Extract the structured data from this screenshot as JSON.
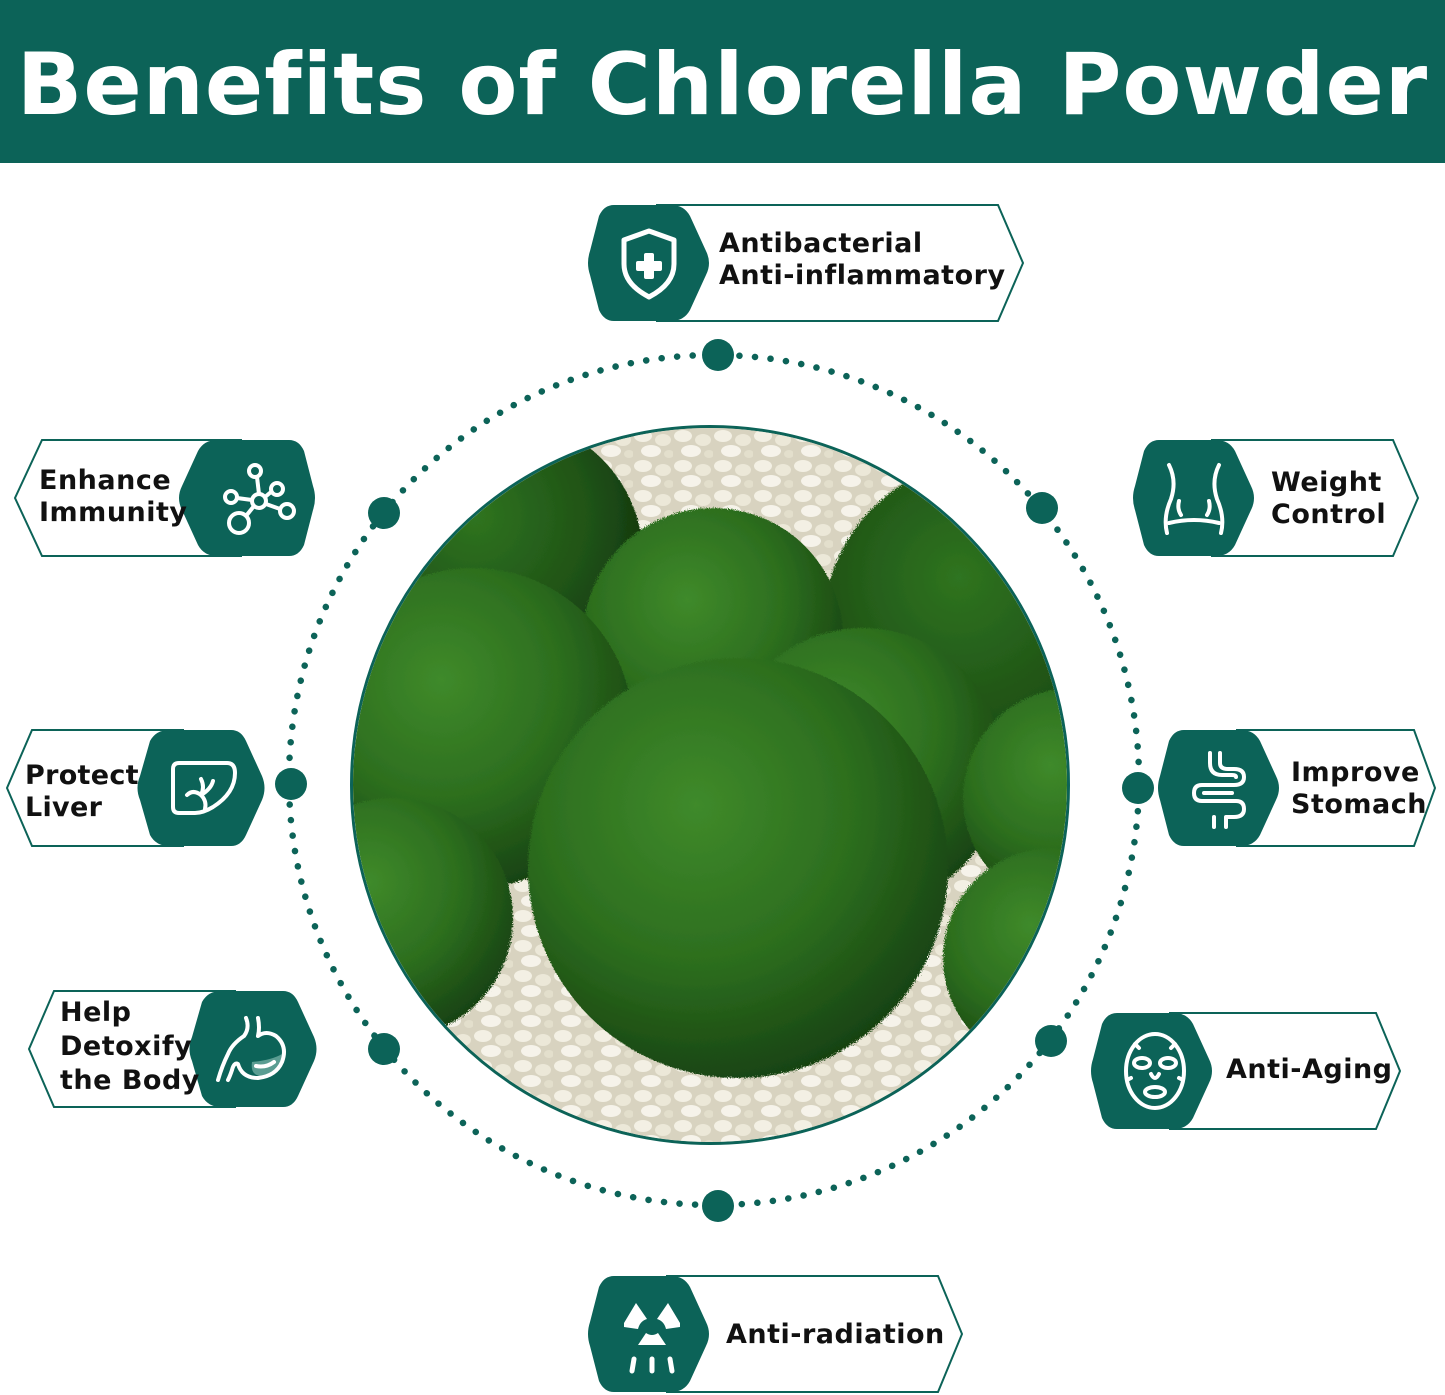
{
  "header": {
    "title": "Benefits of Chlorella Powder",
    "background_color": "#0c6358",
    "text_color": "#ffffff"
  },
  "center_image": {
    "description": "Green moss balls (marimo algae) resting on white pebbles",
    "icon": "moss-ball-photo"
  },
  "benefits": [
    {
      "id": "antibacterial",
      "lines": [
        "Antibacterial",
        "Anti-inflammatory"
      ],
      "icon": "shield-plus-icon",
      "position": "top"
    },
    {
      "id": "immunity",
      "lines": [
        "Enhance",
        "Immunity"
      ],
      "icon": "molecule-icon",
      "position": "upper-left"
    },
    {
      "id": "weight",
      "lines": [
        "Weight",
        "Control"
      ],
      "icon": "waist-icon",
      "position": "upper-right"
    },
    {
      "id": "liver",
      "lines": [
        "Protect",
        "Liver"
      ],
      "icon": "liver-icon",
      "position": "middle-left"
    },
    {
      "id": "stomach",
      "lines": [
        "Improve",
        "Stomach"
      ],
      "icon": "intestine-icon",
      "position": "middle-right"
    },
    {
      "id": "detox",
      "lines": [
        "Help",
        "Detoxify",
        "the Body"
      ],
      "icon": "stomach-icon",
      "position": "lower-left"
    },
    {
      "id": "aging",
      "lines": [
        "Anti-Aging"
      ],
      "icon": "face-mask-icon",
      "position": "lower-right"
    },
    {
      "id": "radiation",
      "lines": [
        "Anti-radiation"
      ],
      "icon": "radiation-icon",
      "position": "bottom"
    }
  ],
  "colors": {
    "accent": "#0c6358",
    "outline": "#0c6358",
    "text": "#111111",
    "background": "#ffffff"
  }
}
